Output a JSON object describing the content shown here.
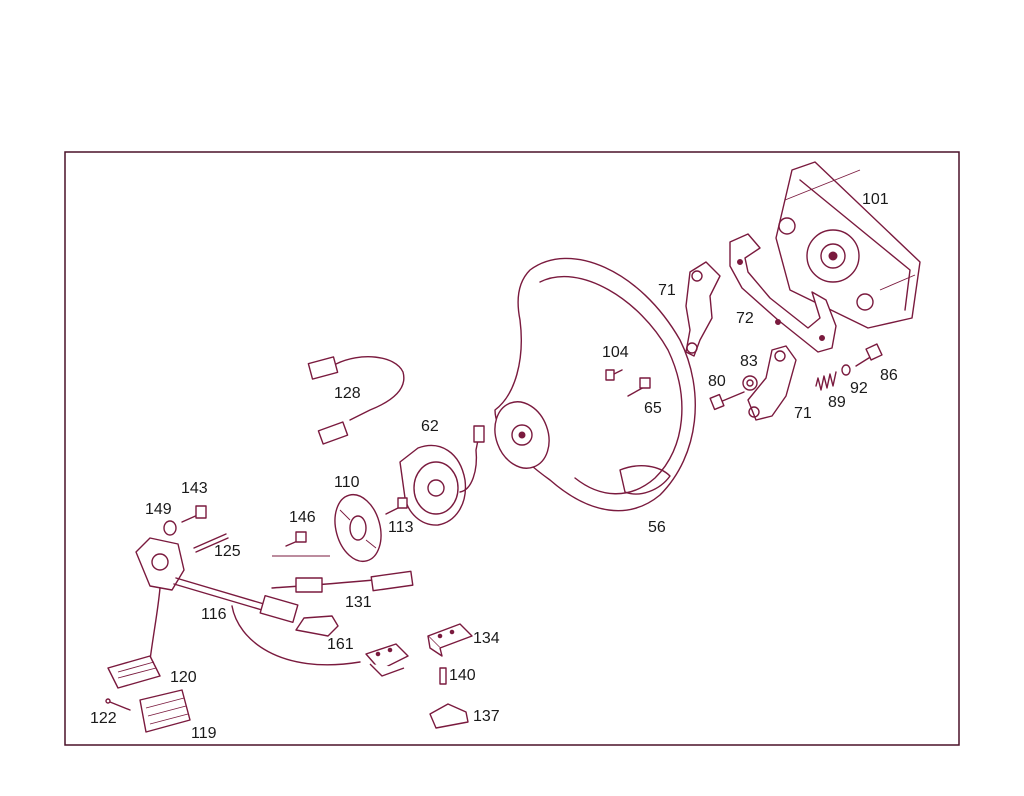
{
  "diagram": {
    "parts": [
      {
        "id": "p101",
        "label": "101"
      },
      {
        "id": "p71a",
        "label": "71"
      },
      {
        "id": "p72",
        "label": "72"
      },
      {
        "id": "p104",
        "label": "104"
      },
      {
        "id": "p65",
        "label": "65"
      },
      {
        "id": "p83",
        "label": "83"
      },
      {
        "id": "p80",
        "label": "80"
      },
      {
        "id": "p86",
        "label": "86"
      },
      {
        "id": "p92",
        "label": "92"
      },
      {
        "id": "p89",
        "label": "89"
      },
      {
        "id": "p71b",
        "label": "71"
      },
      {
        "id": "p128",
        "label": "128"
      },
      {
        "id": "p62",
        "label": "62"
      },
      {
        "id": "p110",
        "label": "110"
      },
      {
        "id": "p113",
        "label": "113"
      },
      {
        "id": "p56",
        "label": "56"
      },
      {
        "id": "p143",
        "label": "143"
      },
      {
        "id": "p149",
        "label": "149"
      },
      {
        "id": "p146",
        "label": "146"
      },
      {
        "id": "p125",
        "label": "125"
      },
      {
        "id": "p131",
        "label": "131"
      },
      {
        "id": "p116",
        "label": "116"
      },
      {
        "id": "p161",
        "label": "161"
      },
      {
        "id": "p134",
        "label": "134"
      },
      {
        "id": "p120",
        "label": "120"
      },
      {
        "id": "p140",
        "label": "140"
      },
      {
        "id": "p122",
        "label": "122"
      },
      {
        "id": "p137",
        "label": "137"
      },
      {
        "id": "p119",
        "label": "119"
      }
    ]
  }
}
